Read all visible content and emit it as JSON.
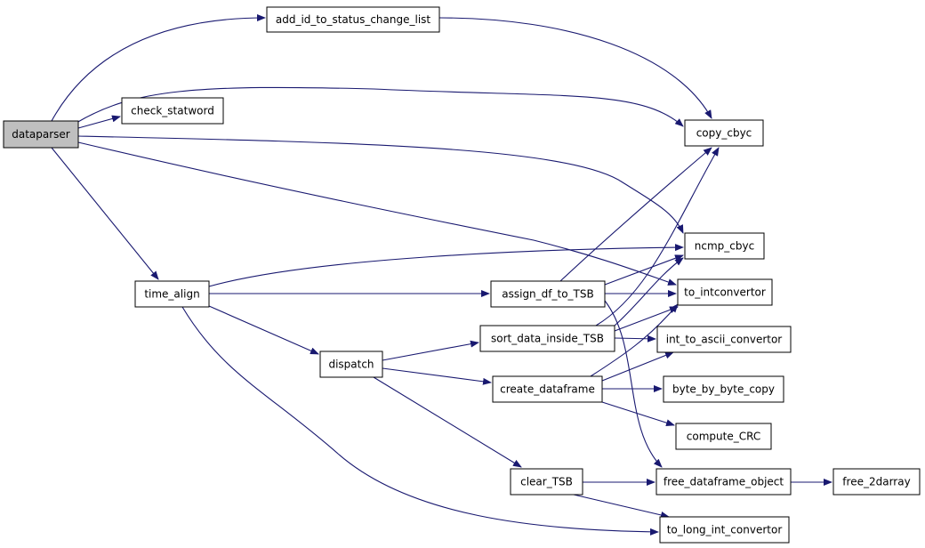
{
  "graph": {
    "edge_color": "#191970",
    "node_fill": "#ffffff",
    "highlight_fill": "#bfbfbf",
    "nodes": [
      {
        "id": "dataparser",
        "label": "dataparser",
        "highlight": true
      },
      {
        "id": "add_id",
        "label": "add_id_to_status_change_list"
      },
      {
        "id": "check_statword",
        "label": "check_statword"
      },
      {
        "id": "copy_cbyc",
        "label": "copy_cbyc"
      },
      {
        "id": "ncmp_cbyc",
        "label": "ncmp_cbyc"
      },
      {
        "id": "to_intconvertor",
        "label": "to_intconvertor"
      },
      {
        "id": "time_align",
        "label": "time_align"
      },
      {
        "id": "assign_df",
        "label": "assign_df_to_TSB"
      },
      {
        "id": "sort_data",
        "label": "sort_data_inside_TSB"
      },
      {
        "id": "int_to_ascii",
        "label": "int_to_ascii_convertor"
      },
      {
        "id": "dispatch",
        "label": "dispatch"
      },
      {
        "id": "create_df",
        "label": "create_dataframe"
      },
      {
        "id": "byte_copy",
        "label": "byte_by_byte_copy"
      },
      {
        "id": "compute_crc",
        "label": "compute_CRC"
      },
      {
        "id": "clear_tsb",
        "label": "clear_TSB"
      },
      {
        "id": "free_df",
        "label": "free_dataframe_object"
      },
      {
        "id": "free_2darray",
        "label": "free_2darray"
      },
      {
        "id": "to_long",
        "label": "to_long_int_convertor"
      }
    ],
    "edges": [
      {
        "from": "dataparser",
        "to": "add_id"
      },
      {
        "from": "dataparser",
        "to": "check_statword"
      },
      {
        "from": "dataparser",
        "to": "copy_cbyc"
      },
      {
        "from": "dataparser",
        "to": "ncmp_cbyc"
      },
      {
        "from": "dataparser",
        "to": "to_intconvertor"
      },
      {
        "from": "dataparser",
        "to": "time_align"
      },
      {
        "from": "add_id",
        "to": "copy_cbyc"
      },
      {
        "from": "time_align",
        "to": "ncmp_cbyc"
      },
      {
        "from": "time_align",
        "to": "assign_df"
      },
      {
        "from": "time_align",
        "to": "dispatch"
      },
      {
        "from": "time_align",
        "to": "to_long"
      },
      {
        "from": "assign_df",
        "to": "copy_cbyc"
      },
      {
        "from": "assign_df",
        "to": "ncmp_cbyc"
      },
      {
        "from": "assign_df",
        "to": "to_intconvertor"
      },
      {
        "from": "assign_df",
        "to": "free_df"
      },
      {
        "from": "sort_data",
        "to": "copy_cbyc"
      },
      {
        "from": "sort_data",
        "to": "ncmp_cbyc"
      },
      {
        "from": "sort_data",
        "to": "to_intconvertor"
      },
      {
        "from": "sort_data",
        "to": "int_to_ascii"
      },
      {
        "from": "dispatch",
        "to": "sort_data"
      },
      {
        "from": "dispatch",
        "to": "create_df"
      },
      {
        "from": "dispatch",
        "to": "clear_tsb"
      },
      {
        "from": "create_df",
        "to": "to_intconvertor"
      },
      {
        "from": "create_df",
        "to": "int_to_ascii"
      },
      {
        "from": "create_df",
        "to": "byte_copy"
      },
      {
        "from": "create_df",
        "to": "compute_crc"
      },
      {
        "from": "clear_tsb",
        "to": "free_df"
      },
      {
        "from": "clear_tsb",
        "to": "to_long"
      },
      {
        "from": "free_df",
        "to": "free_2darray"
      }
    ]
  }
}
